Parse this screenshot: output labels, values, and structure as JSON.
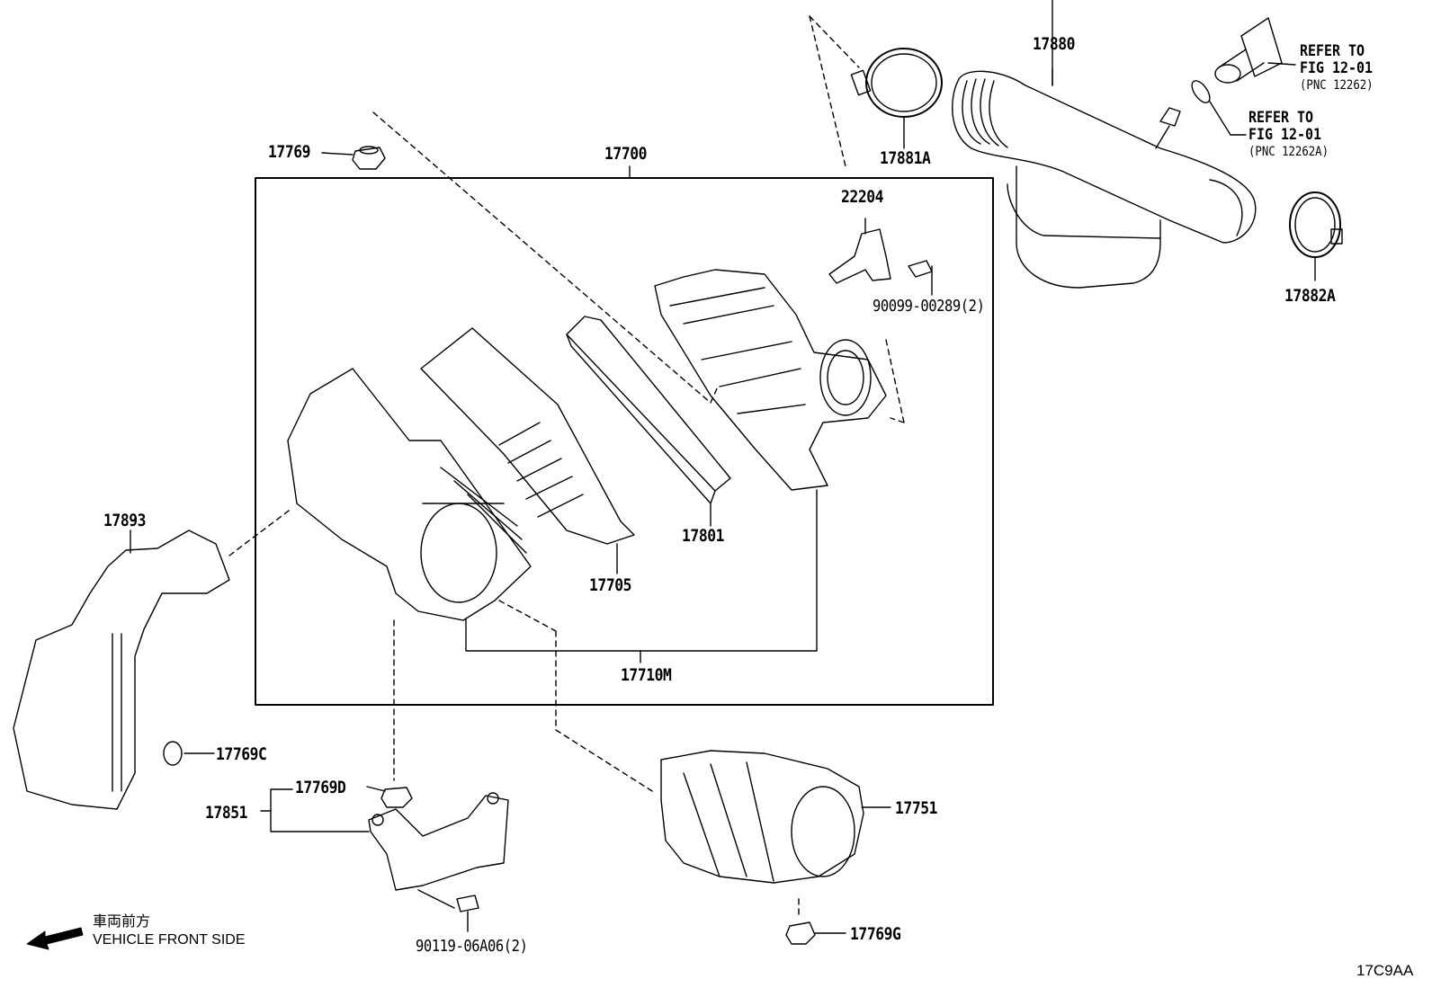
{
  "diagram": {
    "parts": {
      "p17700": "17700",
      "p17769": "17769",
      "p17881A": "17881A",
      "p17880": "17880",
      "p22204": "22204",
      "p90099": "90099-00289(2)",
      "p17882A": "17882A",
      "p17801": "17801",
      "p17705": "17705",
      "p17893": "17893",
      "p17710M": "17710M",
      "p17769C": "17769C",
      "p17769D": "17769D",
      "p17851": "17851",
      "p17751": "17751",
      "p17769G": "17769G",
      "p90119": "90119-06A06(2)"
    },
    "refs": [
      {
        "line1": "REFER TO",
        "line2": "FIG 12-01",
        "line3": "(PNC 12262)"
      },
      {
        "line1": "REFER TO",
        "line2": "FIG 12-01",
        "line3": "(PNC 12262A)"
      }
    ],
    "direction": {
      "jp": "車両前方",
      "en": "VEHICLE FRONT SIDE"
    },
    "figure_code": "17C9AA"
  }
}
